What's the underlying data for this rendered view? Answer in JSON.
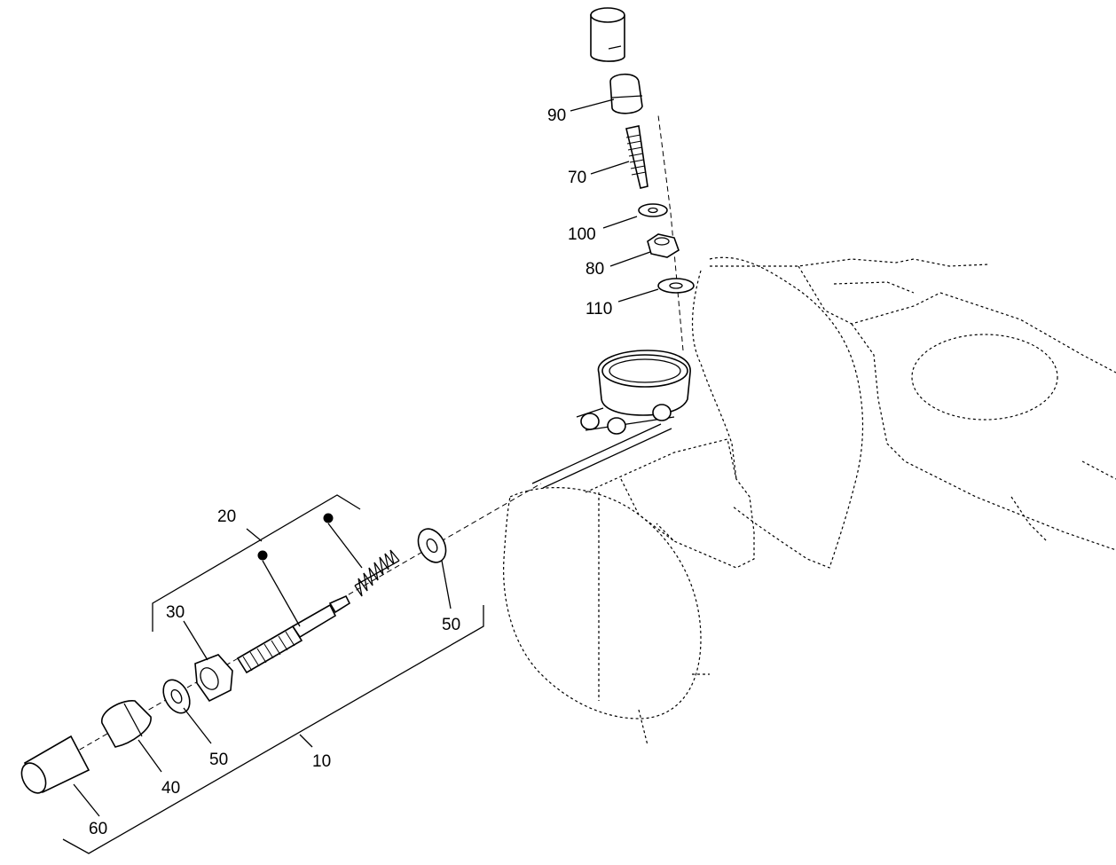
{
  "labels": {
    "p10": "10",
    "p20": "20",
    "p30": "30",
    "p40": "40",
    "p50a": "50",
    "p50b": "50",
    "p60": "60",
    "p70": "70",
    "p80": "80",
    "p90": "90",
    "p100": "100",
    "p110": "110"
  }
}
